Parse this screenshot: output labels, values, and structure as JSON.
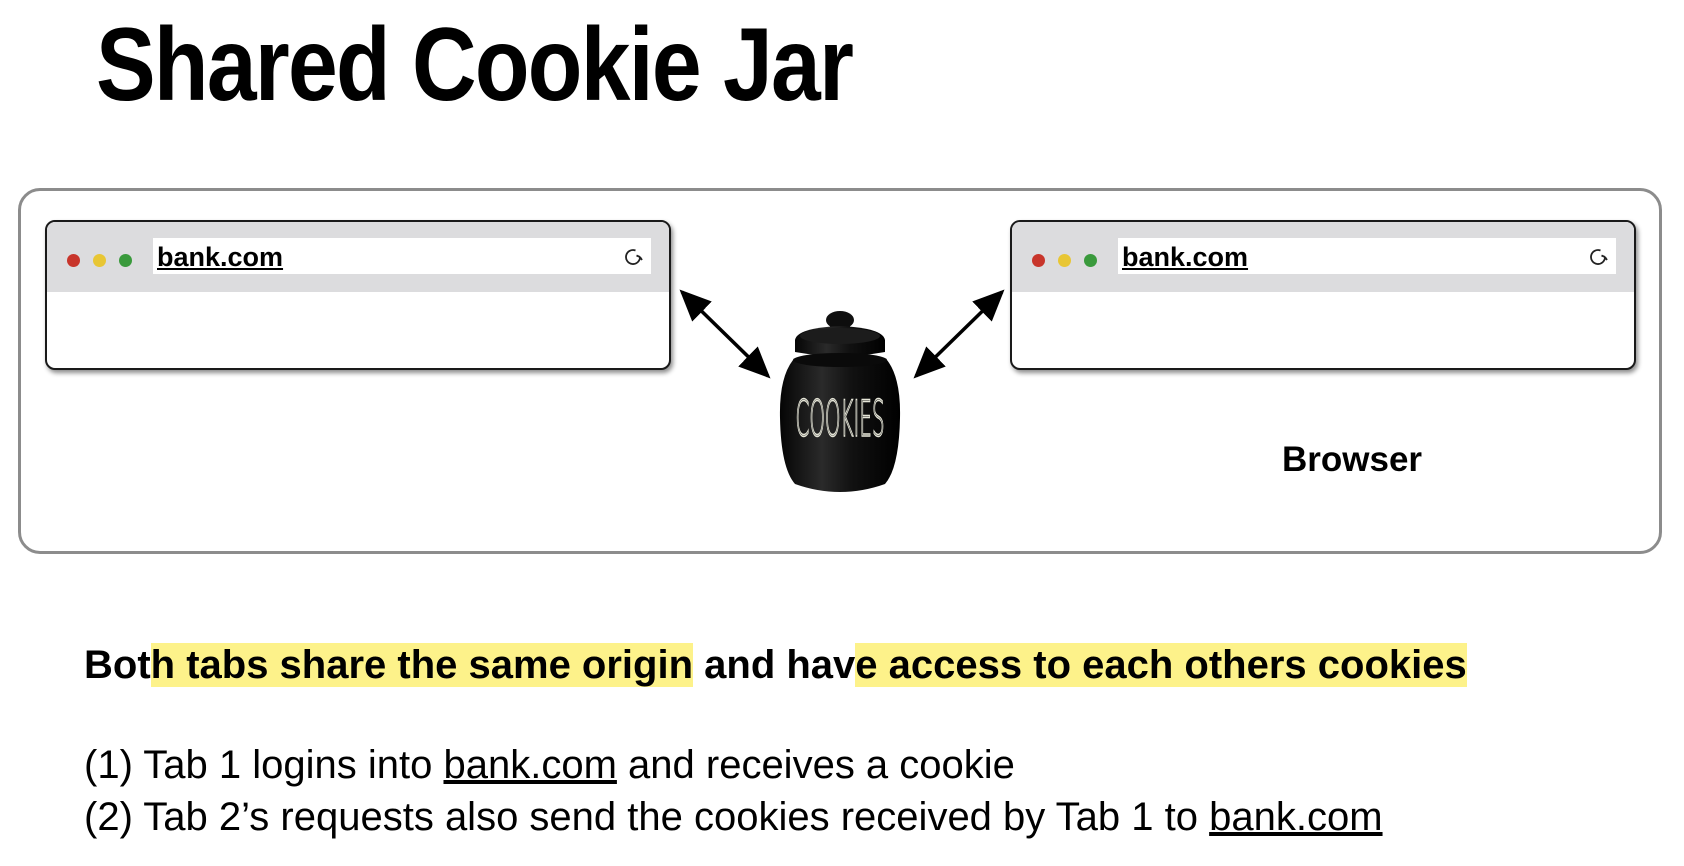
{
  "title": "Shared Cookie Jar",
  "browser": {
    "label": "Browser",
    "tabs": [
      {
        "url": "bank.com"
      },
      {
        "url": "bank.com"
      }
    ]
  },
  "jar": {
    "label": "COOKIES"
  },
  "summary": {
    "seg1": "Bot",
    "seg2": "h tabs share the same origin",
    "seg3": " and hav",
    "seg4": "e access to each others cookies"
  },
  "steps": [
    {
      "prefix": "(1) Tab 1 logins into ",
      "link": "bank.com",
      "suffix": " and receives a cookie"
    },
    {
      "prefix": "(2) Tab 2’s requests also send the cookies received by Tab 1 to ",
      "link": "bank.com",
      "suffix": ""
    }
  ],
  "colors": {
    "highlight": "#fdf28a",
    "traffic_red": "#c8352b",
    "traffic_yellow": "#e8c634",
    "traffic_green": "#3a9a3c"
  }
}
